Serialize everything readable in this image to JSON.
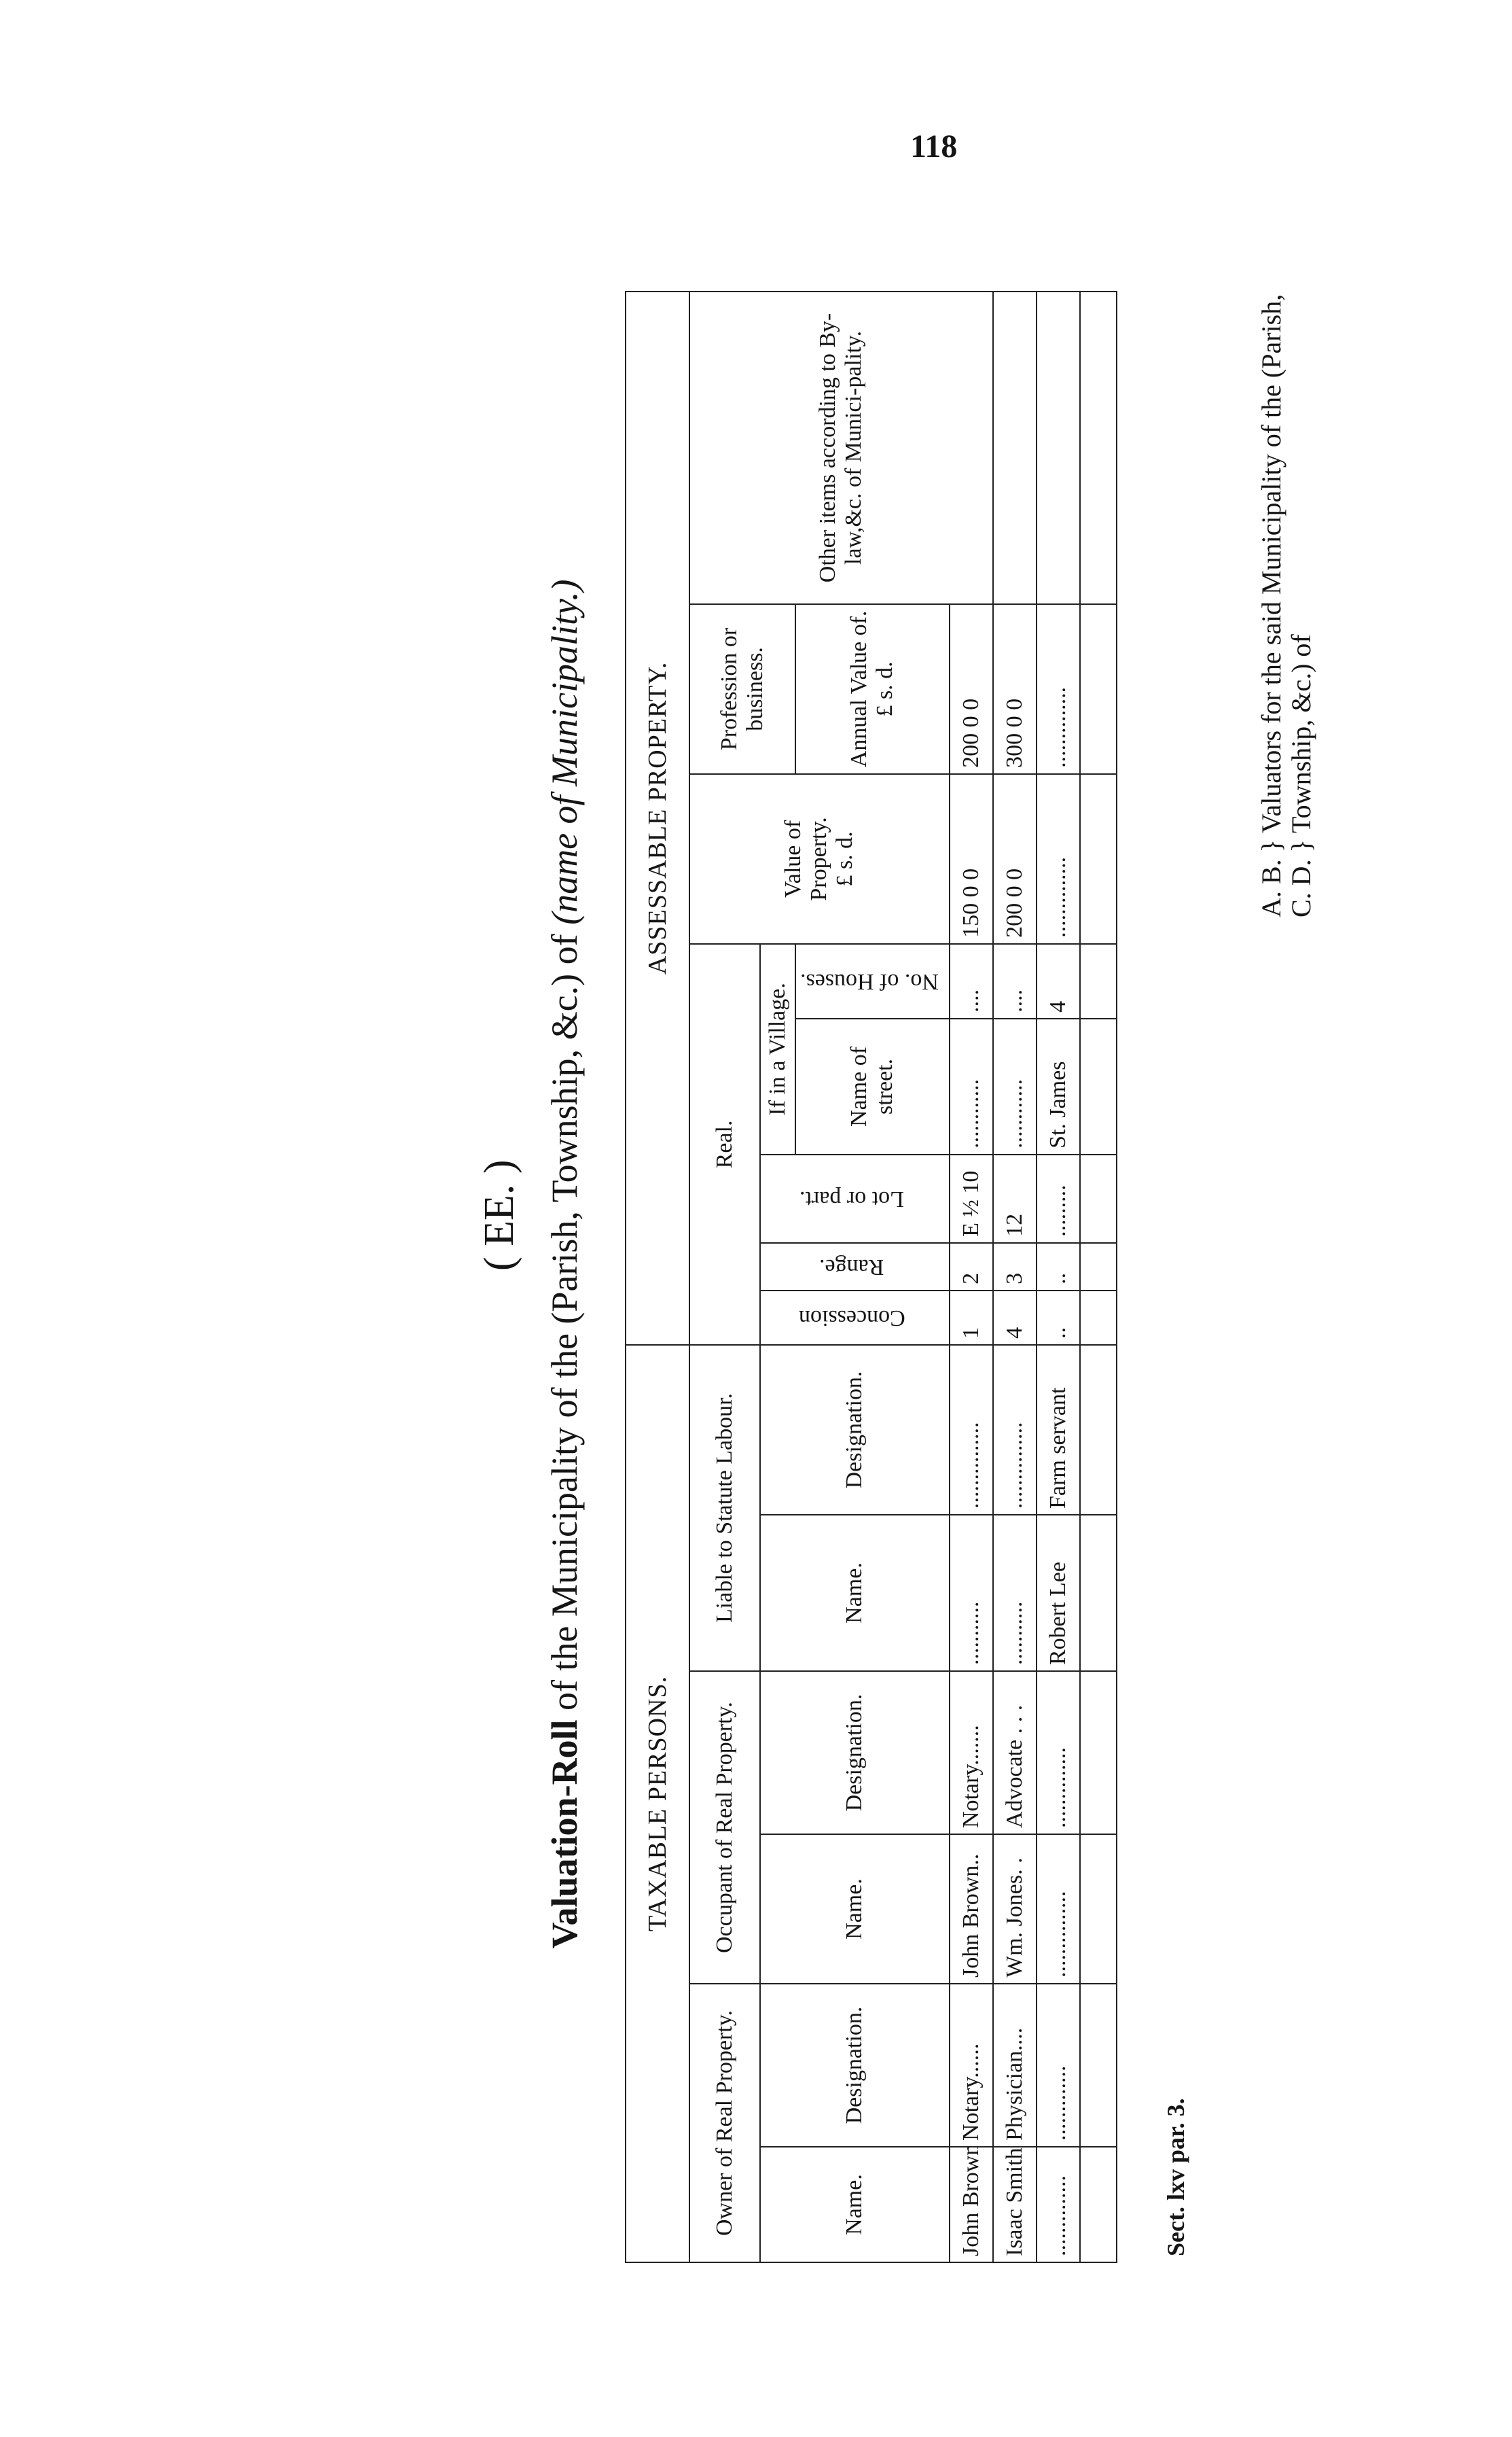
{
  "page_number": "118",
  "form_code": "( EE. )",
  "title": {
    "bold": "Valuation-Roll",
    "rest": "of the Municipality of the (Parish, Township, &c.) of",
    "italic": "(name of Municipality.)"
  },
  "groups": {
    "taxable": "TAXABLE PERSONS.",
    "assessable": "ASSESSABLE PROPERTY."
  },
  "headers": {
    "owner": "Owner of Real Property.",
    "occupant": "Occupant of Real Property.",
    "statute": "Liable to Statute Labour.",
    "real": "Real.",
    "village": "If in a Village.",
    "profession": "Profession or business.",
    "other": "Other items according to By-law,&c. of Munici-pality.",
    "name": "Name.",
    "designation": "Designation.",
    "concession": "Concession",
    "range": "Range.",
    "lot": "Lot or part.",
    "street": "Name of street.",
    "houses": "No. of Houses.",
    "value": "Value of Property.",
    "annual": "Annual Value of.",
    "currency": "£  s.  d."
  },
  "rows": [
    {
      "owner_name": "John Brown. .",
      "owner_designation": "Notary......",
      "occupant_name": "John Brown..",
      "occupant_designation": "Notary.......",
      "labour_name": "...........",
      "labour_designation": "...............",
      "concession": "1",
      "range": "2",
      "lot": "E ½ 10",
      "street": "............",
      "houses": "....",
      "value": "150  0  0",
      "annual": "200  0  0",
      "other": ""
    },
    {
      "owner_name": "Isaac Smith .",
      "owner_designation": "Physician....",
      "occupant_name": "Wm. Jones. .",
      "occupant_designation": "Advocate . . .",
      "labour_name": "...........",
      "labour_designation": "...............",
      "concession": "4",
      "range": "3",
      "lot": "12",
      "street": "............",
      "houses": "....",
      "value": "200  0  0",
      "annual": "300  0  0",
      "other": ""
    },
    {
      "owner_name": "..............",
      "owner_designation": ".............",
      "occupant_name": "...............",
      "occupant_designation": "..............",
      "labour_name": "Robert Lee",
      "labour_designation": "Farm servant",
      "concession": "..",
      "range": "..",
      "lot": ".........",
      "street": "St. James",
      "houses": "4",
      "value": "..............",
      "annual": "..............",
      "other": ""
    }
  ],
  "margin_note": "Sect. lxv par. 3.",
  "valuators": {
    "line1": "A. B. } Valuators for the said Municipality of the (Parish,",
    "line2": "C. D. } Township, &c.) of"
  }
}
